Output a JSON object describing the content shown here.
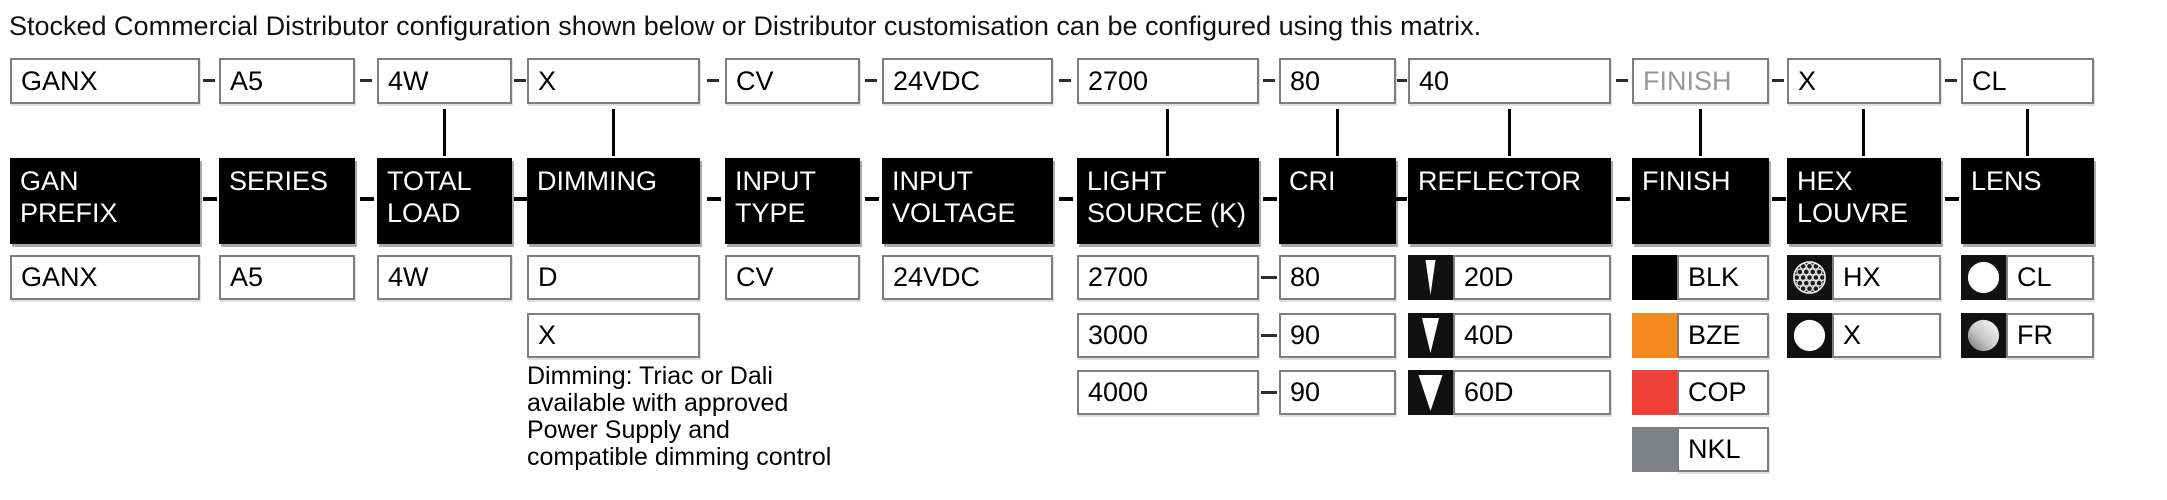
{
  "title": "Stocked Commercial Distributor configuration shown below or Distributor customisation can be configured using this matrix.",
  "top_row": {
    "gan_prefix": "GANX",
    "series": "A5",
    "total_load": "4W",
    "dimming": "X",
    "input_type": "CV",
    "input_voltage": "24VDC",
    "light_source": "2700",
    "cri": "80",
    "reflector": "40",
    "finish": "FINISH",
    "hex_louvre": "X",
    "lens": "CL"
  },
  "headers": {
    "gan_prefix": "GAN\nPREFIX",
    "series": "SERIES",
    "total_load": "TOTAL\nLOAD",
    "dimming": "DIMMING",
    "input_type": "INPUT\nTYPE",
    "input_voltage": "INPUT\nVOLTAGE",
    "light_source": "LIGHT\nSOURCE (K)",
    "cri": "CRI",
    "reflector": "REFLECTOR",
    "finish": "FINISH",
    "hex_louvre": "HEX\nLOUVRE",
    "lens": "LENS"
  },
  "options": {
    "gan_prefix": "GANX",
    "series": "A5",
    "total_load": "4W",
    "dimming": [
      "D",
      "X"
    ],
    "dimming_note": "Dimming: Triac or Dali\navailable with approved\nPower Supply and\ncompatible dimming control",
    "input_type": "CV",
    "input_voltage": "24VDC",
    "light_source": [
      "2700",
      "3000",
      "4000"
    ],
    "cri": [
      "80",
      "90",
      "90"
    ],
    "reflector": [
      {
        "icon": "beam-angle-20-icon",
        "label": "20D"
      },
      {
        "icon": "beam-angle-40-icon",
        "label": "40D"
      },
      {
        "icon": "beam-angle-60-icon",
        "label": "60D"
      }
    ],
    "finish": [
      {
        "color": "#000000",
        "label": "BLK"
      },
      {
        "color": "#F1891F",
        "label": "BZE"
      },
      {
        "color": "#EE4036",
        "label": "COP"
      },
      {
        "color": "#7F8184",
        "label": "NKL"
      }
    ],
    "hex_louvre": [
      {
        "icon": "hex-louvre-icon",
        "label": "HX"
      },
      {
        "icon": "no-louvre-icon",
        "label": "X"
      }
    ],
    "lens": [
      {
        "icon": "clear-lens-icon",
        "label": "CL"
      },
      {
        "icon": "frosted-lens-icon",
        "label": "FR"
      }
    ]
  }
}
